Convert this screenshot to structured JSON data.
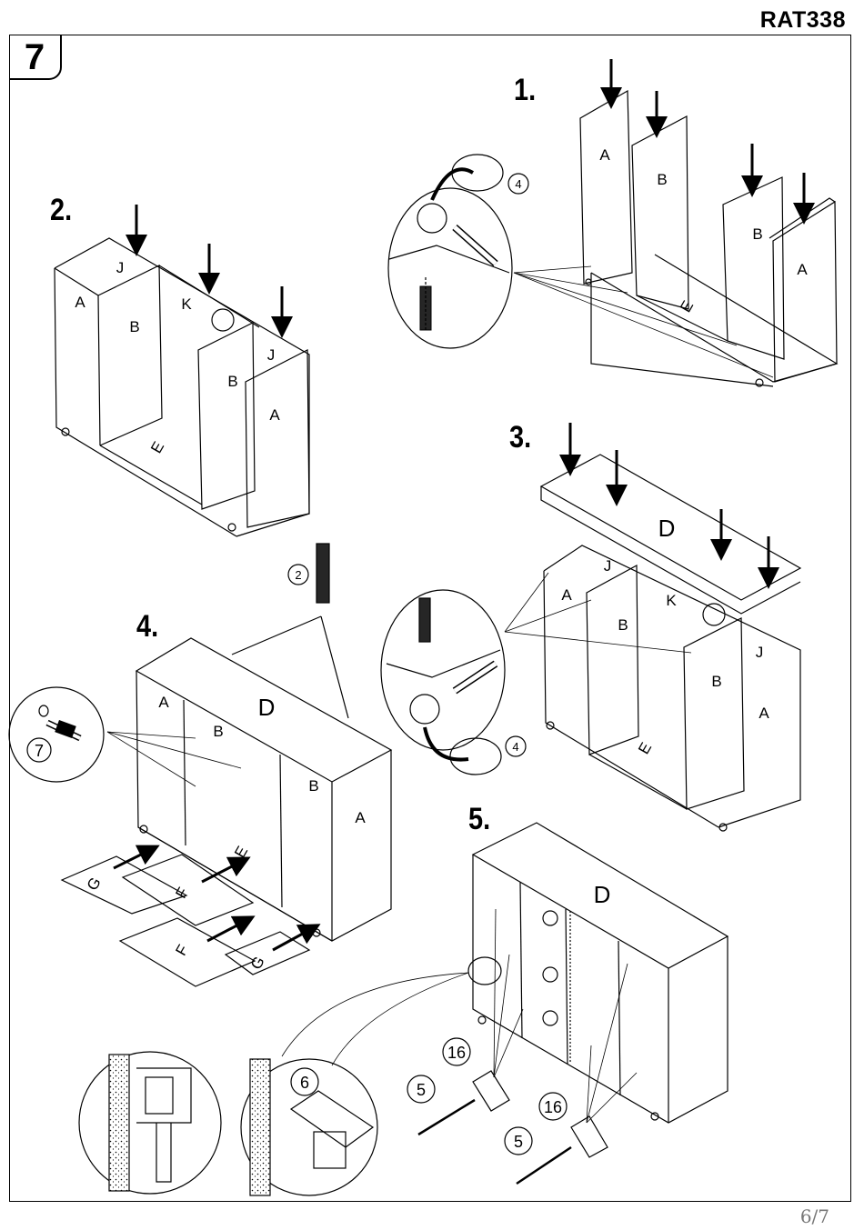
{
  "header": {
    "product_code": "RAT338"
  },
  "step": {
    "number": "7"
  },
  "sub_steps": {
    "s1": "1.",
    "s2": "2.",
    "s3": "3.",
    "s4": "4.",
    "s5": "5."
  },
  "panel_letters": {
    "a": "A",
    "b": "B",
    "d": "D",
    "e": "E",
    "f": "F",
    "g": "G",
    "j": "J",
    "k": "K"
  },
  "part_callouts": {
    "p2": "2",
    "p4": "4",
    "p5": "5",
    "p6": "6",
    "p7": "7",
    "p16": "16"
  },
  "footer": {
    "page": "6/7"
  }
}
